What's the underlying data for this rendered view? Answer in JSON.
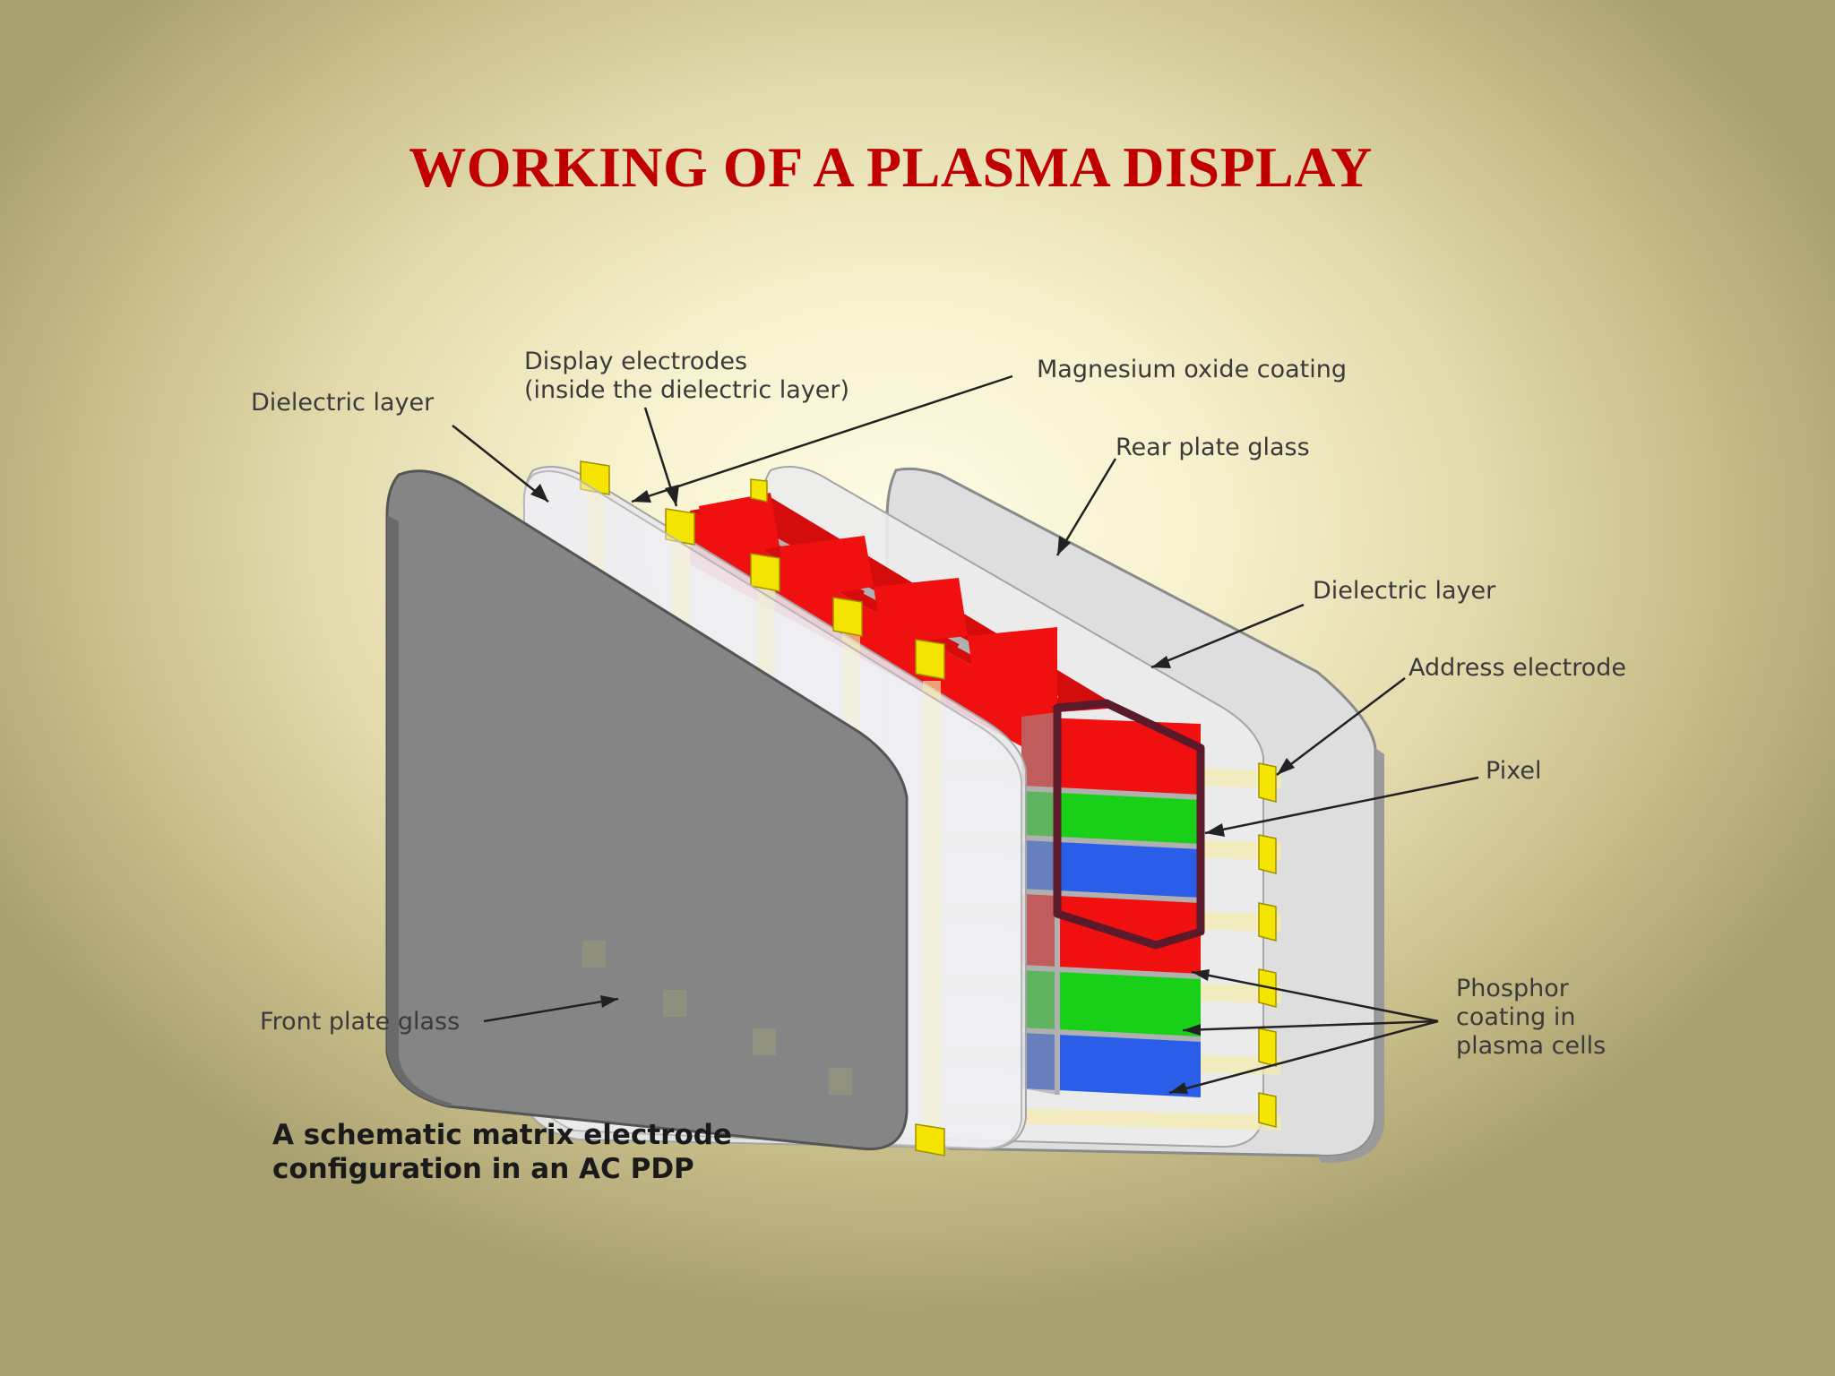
{
  "title": "WORKING OF A PLASMA DISPLAY",
  "labels": {
    "dielectric_layer_front": "Dielectric layer",
    "display_electrodes_line1": "Display electrodes",
    "display_electrodes_line2": "(inside the dielectric layer)",
    "magnesium_oxide": "Magnesium oxide coating",
    "rear_plate_glass": "Rear plate glass",
    "dielectric_layer_rear": "Dielectric layer",
    "address_electrode": "Address electrode",
    "pixel": "Pixel",
    "phosphor_line1": "Phosphor",
    "phosphor_line2": "coating in",
    "phosphor_line3": "plasma cells",
    "front_plate_glass": "Front plate glass"
  },
  "caption": {
    "line1": "A schematic matrix electrode",
    "line2": "configuration in an AC PDP"
  },
  "colors": {
    "title": "#c00000",
    "red_phosphor": "#f01010",
    "green_phosphor": "#18d018",
    "blue_phosphor": "#2a5ee8",
    "electrode": "#f5e400",
    "front_glass": "#858585",
    "pixel_outline": "#5a1a2a"
  }
}
